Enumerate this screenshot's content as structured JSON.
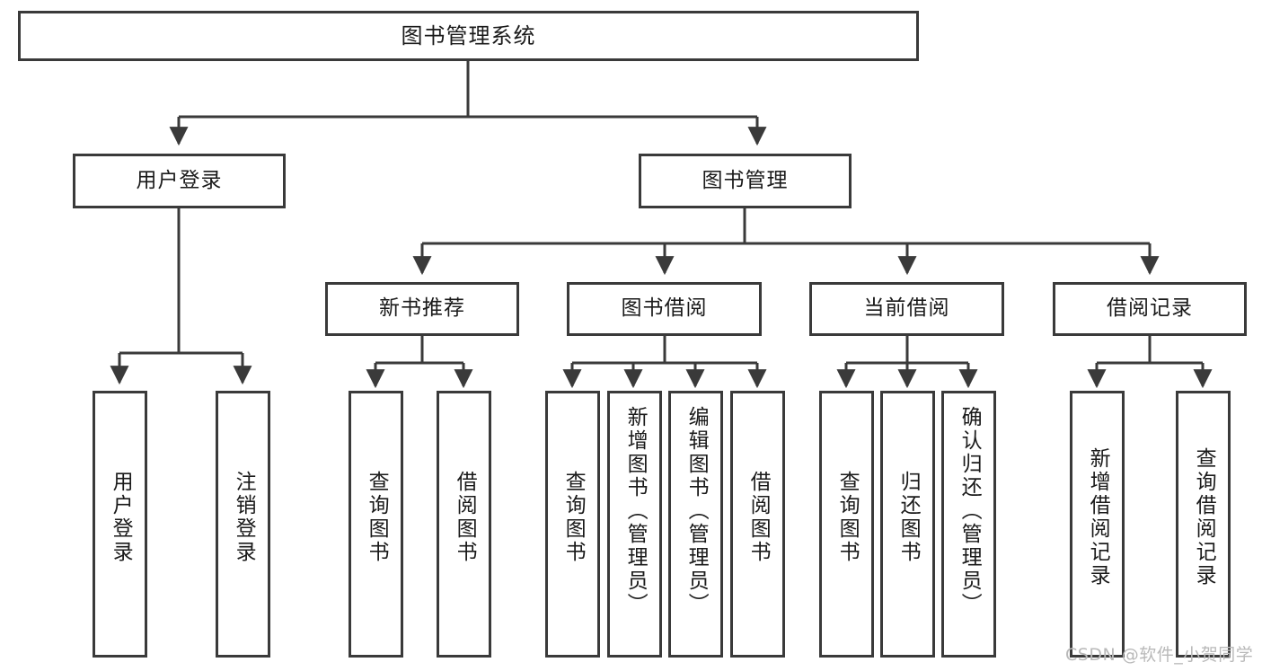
{
  "diagram": {
    "type": "tree-hierarchy",
    "title": "图书管理系统",
    "root": {
      "label": "图书管理系统"
    },
    "level2": [
      {
        "label": "用户登录"
      },
      {
        "label": "图书管理"
      }
    ],
    "level3": [
      {
        "label": "新书推荐"
      },
      {
        "label": "图书借阅"
      },
      {
        "label": "当前借阅"
      },
      {
        "label": "借阅记录"
      }
    ],
    "leaves": {
      "user_login": [
        "用户登录",
        "注销登录"
      ],
      "new_book_recommend": [
        "查询图书",
        "借阅图书"
      ],
      "book_borrow": [
        "查询图书",
        "新增图书（管理员）",
        "编辑图书（管理员）",
        "借阅图书"
      ],
      "current_borrow": [
        "查询图书",
        "归还图书",
        "确认归还（管理员）"
      ],
      "borrow_record": [
        "新增借阅记录",
        "查询借阅记录"
      ]
    }
  },
  "watermark": {
    "text": "CSDN @软件_小贺同学"
  },
  "colors": {
    "stroke": "#3a3a3a",
    "fill": "#ffffff",
    "text": "#1a1a1a",
    "watermark": "#b9b9b9"
  }
}
